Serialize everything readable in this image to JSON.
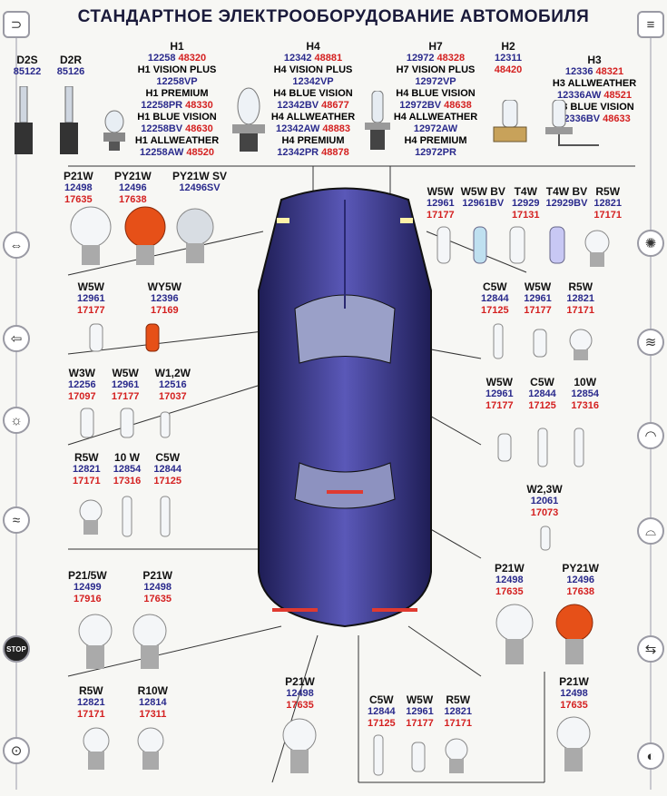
{
  "title": "СТАНДАРТНОЕ ЭЛЕКТРООБОРУДОВАНИЕ АВТОМОБИЛЯ",
  "colors": {
    "navy": "#2a2a8c",
    "red": "#d42020",
    "car": "#3b3a80"
  },
  "top": {
    "d2s": {
      "name": "D2S",
      "code": "85122"
    },
    "d2r": {
      "name": "D2R",
      "code": "85126"
    },
    "h1": {
      "name": "H1",
      "l1a": "12258",
      "l1b": "48320",
      "l2": "H1 VISION PLUS",
      "l3": "12258VP",
      "l4": "H1 PREMIUM",
      "l5a": "12258PR",
      "l5b": "48330",
      "l6": "H1 BLUE VISION",
      "l7a": "12258BV",
      "l7b": "48630",
      "l8": "H1 ALLWEATHER",
      "l9a": "12258AW",
      "l9b": "48520"
    },
    "h4": {
      "name": "H4",
      "l1a": "12342",
      "l1b": "48881",
      "l2": "H4 VISION PLUS",
      "l3": "12342VP",
      "l4": "H4 BLUE VISION",
      "l5a": "12342BV",
      "l5b": "48677",
      "l6": "H4 ALLWEATHER",
      "l7a": "12342AW",
      "l7b": "48883",
      "l8": "H4 PREMIUM",
      "l9a": "12342PR",
      "l9b": "48878"
    },
    "h7": {
      "name": "H7",
      "l1a": "12972",
      "l1b": "48328",
      "l2": "H7 VISION PLUS",
      "l3": "12972VP",
      "l4": "H4 BLUE VISION",
      "l5a": "12972BV",
      "l5b": "48638",
      "l6": "H4 ALLWEATHER",
      "l7": "12972AW",
      "l8": "H4 PREMIUM",
      "l9": "12972PR"
    },
    "h2": {
      "name": "H2",
      "l1": "12311",
      "l2": "48420"
    },
    "h3": {
      "name": "H3",
      "l1a": "12336",
      "l1b": "48321",
      "l2": "H3 ALLWEATHER",
      "l3a": "12336AW",
      "l3b": "48521",
      "l4": "H3 BLUE VISION",
      "l5a": "12336BV",
      "l5b": "48633"
    }
  },
  "g1": [
    {
      "name": "P21W",
      "b": "12498",
      "r": "17635"
    },
    {
      "name": "PY21W",
      "b": "12496",
      "r": "17638"
    },
    {
      "name": "PY21W SV",
      "b": "12496SV",
      "r": ""
    }
  ],
  "g2": [
    {
      "name": "W5W",
      "b": "12961",
      "r": "17177"
    },
    {
      "name": "W5W BV",
      "b": "12961BV",
      "r": ""
    },
    {
      "name": "T4W",
      "b": "12929",
      "r": "17131"
    },
    {
      "name": "T4W BV",
      "b": "12929BV",
      "r": ""
    },
    {
      "name": "R5W",
      "b": "12821",
      "r": "17171"
    }
  ],
  "g3": [
    {
      "name": "W5W",
      "b": "12961",
      "r": "17177"
    },
    {
      "name": "WY5W",
      "b": "12396",
      "r": "17169"
    }
  ],
  "g4": [
    {
      "name": "C5W",
      "b": "12844",
      "r": "17125"
    },
    {
      "name": "W5W",
      "b": "12961",
      "r": "17177"
    },
    {
      "name": "R5W",
      "b": "12821",
      "r": "17171"
    }
  ],
  "g5": [
    {
      "name": "W3W",
      "b": "12256",
      "r": "17097"
    },
    {
      "name": "W5W",
      "b": "12961",
      "r": "17177"
    },
    {
      "name": "W1,2W",
      "b": "12516",
      "r": "17037"
    }
  ],
  "g6": [
    {
      "name": "W5W",
      "b": "12961",
      "r": "17177"
    },
    {
      "name": "C5W",
      "b": "12844",
      "r": "17125"
    },
    {
      "name": "10W",
      "b": "12854",
      "r": "17316"
    }
  ],
  "g7": [
    {
      "name": "R5W",
      "b": "12821",
      "r": "17171"
    },
    {
      "name": "10 W",
      "b": "12854",
      "r": "17316"
    },
    {
      "name": "C5W",
      "b": "12844",
      "r": "17125"
    }
  ],
  "g8": [
    {
      "name": "W2,3W",
      "b": "12061",
      "r": "17073"
    }
  ],
  "g9": [
    {
      "name": "P21/5W",
      "b": "12499",
      "r": "17916"
    },
    {
      "name": "P21W",
      "b": "12498",
      "r": "17635"
    }
  ],
  "g10": [
    {
      "name": "P21W",
      "b": "12498",
      "r": "17635"
    },
    {
      "name": "PY21W",
      "b": "12496",
      "r": "17638"
    }
  ],
  "g11": [
    {
      "name": "R5W",
      "b": "12821",
      "r": "17171"
    },
    {
      "name": "R10W",
      "b": "12814",
      "r": "17311"
    }
  ],
  "g12": [
    {
      "name": "P21W",
      "b": "12498",
      "r": "17635"
    }
  ],
  "g13": [
    {
      "name": "C5W",
      "b": "12844",
      "r": "17125"
    },
    {
      "name": "W5W",
      "b": "12961",
      "r": "17177"
    },
    {
      "name": "R5W",
      "b": "12821",
      "r": "17171"
    }
  ],
  "g14": [
    {
      "name": "P21W",
      "b": "12498",
      "r": "17635"
    }
  ],
  "rail_icons": {
    "left": [
      "low-beam-icon",
      "side-light-icon",
      "turn-signal-icon",
      "dome-light-icon",
      "fog-light-icon",
      "stop-icon",
      "reverse-light-icon"
    ],
    "right": [
      "high-beam-icon",
      "glove-box-light-icon",
      "dashboard-light-icon",
      "interior-light-icon",
      "trunk-light-icon",
      "hazard-icon",
      "rear-fog-icon"
    ],
    "stop_label": "STOP"
  }
}
